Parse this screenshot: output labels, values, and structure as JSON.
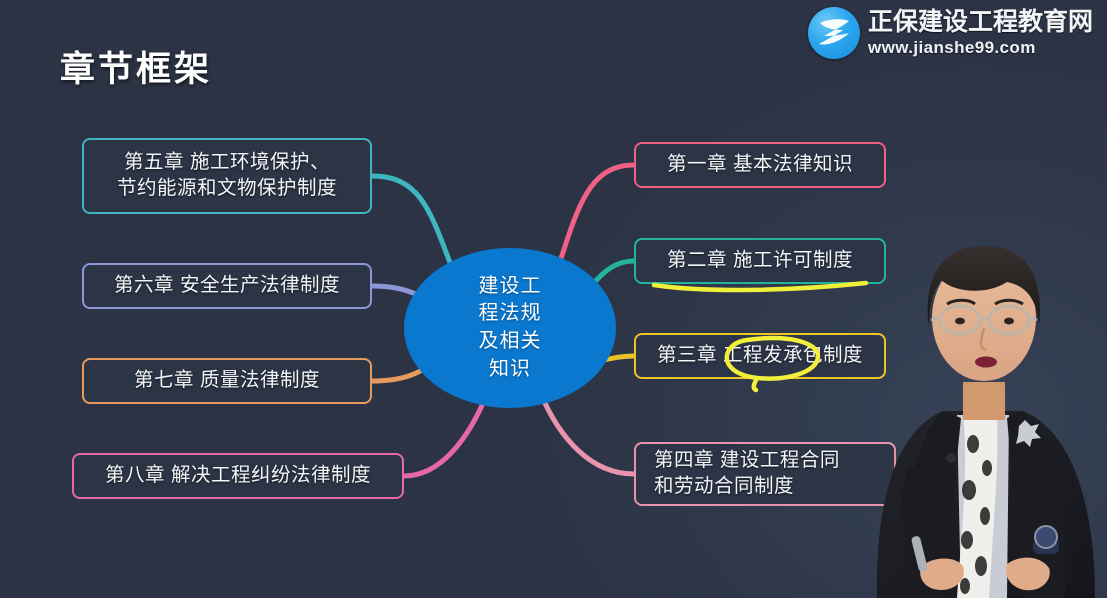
{
  "slide": {
    "title": "章节框架",
    "background_color": "#2b3344",
    "center_color": "#0a78cf"
  },
  "logo": {
    "brand_cn": "正保建设工程教育网",
    "brand_lead": "正保",
    "brand_rest": "建设工程教育网",
    "url": "www.jianshe99.com",
    "mark_letter": "Z",
    "mark_color": "#2ba6ee"
  },
  "mindmap": {
    "center": {
      "lines": [
        "建设工",
        "程法规",
        "及相关",
        "知识"
      ],
      "full_text": "建设工程法规及相关知识",
      "color": "#0a78cf"
    },
    "left_nodes": [
      {
        "id": "chapter-5",
        "lines": [
          "第五章 施工环境保护、",
          "节约能源和文物保护制度"
        ],
        "full_text": "第五章 施工环境保护、节约能源和文物保护制度",
        "color": "#3fb5c0"
      },
      {
        "id": "chapter-6",
        "lines": [
          "第六章 安全生产法律制度"
        ],
        "full_text": "第六章 安全生产法律制度",
        "color": "#8d96d6"
      },
      {
        "id": "chapter-7",
        "lines": [
          "第七章 质量法律制度"
        ],
        "full_text": "第七章 质量法律制度",
        "color": "#e79a5e"
      },
      {
        "id": "chapter-8",
        "lines": [
          "第八章 解决工程纠纷法律制度"
        ],
        "full_text": "第八章 解决工程纠纷法律制度",
        "color": "#e668ab"
      }
    ],
    "right_nodes": [
      {
        "id": "chapter-1",
        "lines": [
          "第一章 基本法律知识"
        ],
        "full_text": "第一章 基本法律知识",
        "color": "#ef5f86"
      },
      {
        "id": "chapter-2",
        "lines": [
          "第二章 施工许可制度"
        ],
        "full_text": "第二章 施工许可制度",
        "color": "#23b39a"
      },
      {
        "id": "chapter-3",
        "lines": [
          "第三章 工程发承包制度"
        ],
        "full_text": "第三章 工程发承包制度",
        "color": "#ecc426"
      },
      {
        "id": "chapter-4",
        "lines": [
          "第四章 建设工程合同",
          "和劳动合同制度"
        ],
        "full_text": "第四章 建设工程合同和劳动合同制度",
        "color": "#e993ad"
      }
    ]
  },
  "annotations": [
    {
      "id": "underline-chapter-2",
      "type": "underline",
      "target": "第二章 施工许可制度",
      "color": "#f2ef3a"
    },
    {
      "id": "circle-chapter-3",
      "type": "ellipse",
      "target": "工程发承包",
      "color": "#f2ef3a"
    }
  ],
  "presenter": {
    "label": "instructor-video-overlay"
  }
}
